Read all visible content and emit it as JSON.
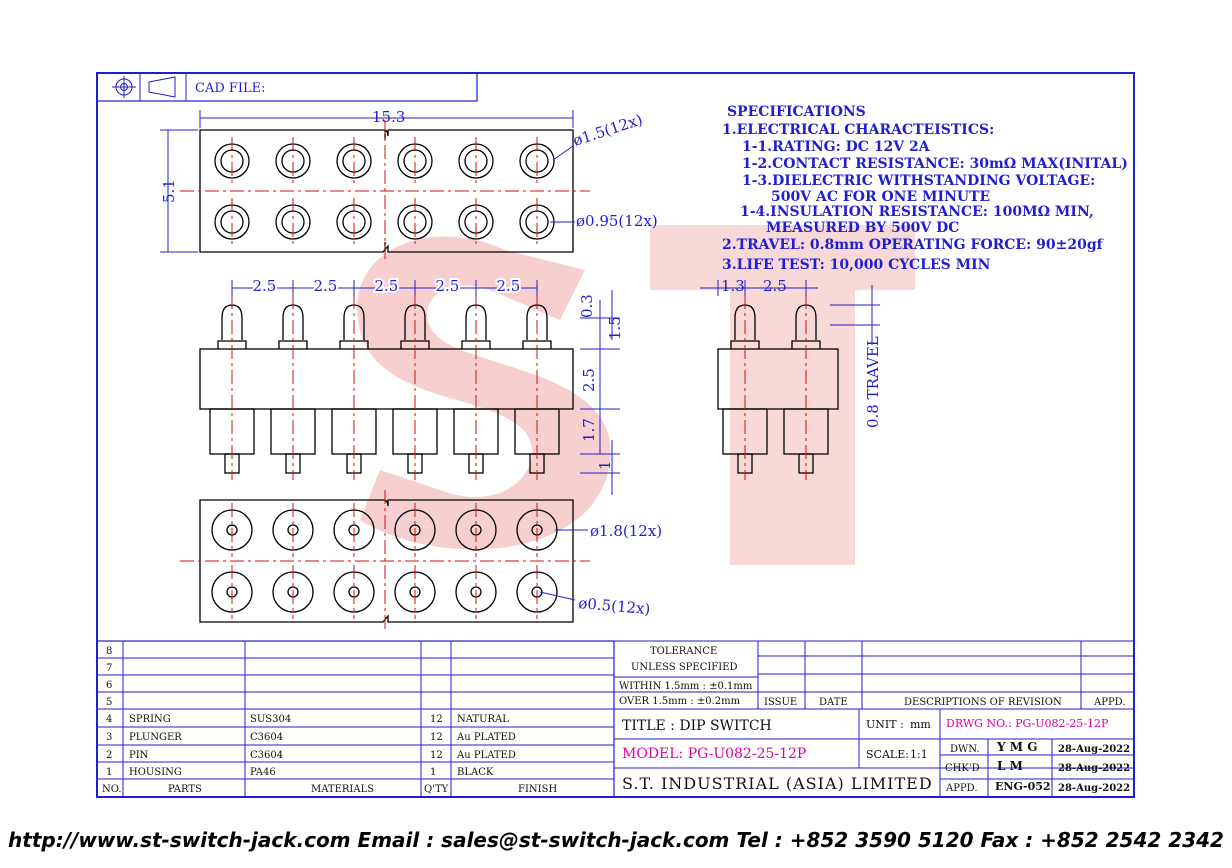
{
  "cad_label": "CAD FILE:",
  "dims": {
    "top_width": "15.3",
    "top_height": "5.1",
    "hole_outer": "ø1.5(12x)",
    "hole_inner": "ø0.95(12x)",
    "pitch": "2.5",
    "d_0_3": "0.3",
    "d_1_5": "1.5",
    "d_2_5": "2.5",
    "d_1_7": "1.7",
    "d_1": "1",
    "side_1_3": "1.3",
    "side_2_5": "2.5",
    "travel": "0.8 TRAVEL",
    "bottom_outer": "ø1.8(12x)",
    "bottom_inner": "ø0.5(12x)"
  },
  "specs": {
    "heading": "SPECIFICATIONS",
    "lines": [
      "1.ELECTRICAL CHARACTEISTICS:",
      "1-1.RATING: DC 12V 2A",
      "1-2.CONTACT RESISTANCE: 30mΩ MAX(INITAL)",
      "1-3.DIELECTRIC WITHSTANDING VOLTAGE:",
      "500V AC FOR ONE MINUTE",
      "1-4.INSULATION RESISTANCE: 100MΩ MIN,",
      "MEASURED BY 500V DC",
      "2.TRAVEL: 0.8mm OPERATING FORCE: 90±20gf",
      "3.LIFE TEST: 10,000 CYCLES MIN"
    ]
  },
  "watermark": "ST",
  "bom": {
    "rows": [
      {
        "no": "8",
        "part": "",
        "material": "",
        "qty": "",
        "finish": ""
      },
      {
        "no": "7",
        "part": "",
        "material": "",
        "qty": "",
        "finish": ""
      },
      {
        "no": "6",
        "part": "",
        "material": "",
        "qty": "",
        "finish": ""
      },
      {
        "no": "5",
        "part": "",
        "material": "",
        "qty": "",
        "finish": ""
      },
      {
        "no": "4",
        "part": "SPRING",
        "material": "SUS304",
        "qty": "12",
        "finish": "NATURAL"
      },
      {
        "no": "3",
        "part": "PLUNGER",
        "material": "C3604",
        "qty": "12",
        "finish": "Au PLATED"
      },
      {
        "no": "2",
        "part": "PIN",
        "material": "C3604",
        "qty": "12",
        "finish": "Au PLATED"
      },
      {
        "no": "1",
        "part": "HOUSING",
        "material": "PA46",
        "qty": "1",
        "finish": "BLACK"
      }
    ],
    "headers": {
      "no": "NO.",
      "part": "PARTS",
      "material": "MATERIALS",
      "qty": "Q'TY",
      "finish": "FINISH"
    }
  },
  "tolerance": {
    "line1": "TOLERANCE",
    "line2": "UNLESS   SPECIFIED",
    "line3": "WITHIN  1.5mm : ±0.1mm",
    "line4": "OVER    1.5mm : ±0.2mm"
  },
  "revision_headers": {
    "issue": "ISSUE",
    "date": "DATE",
    "desc": "DESCRIPTIONS OF REVISION",
    "appd": "APPD."
  },
  "title_block": {
    "title": "TITLE : DIP SWITCH",
    "unit_label": "UNIT :",
    "unit_value": "mm",
    "drawing_no": "DRWG NO.: PG-U082-25-12P",
    "model": "MODEL: PG-U082-25-12P",
    "scale_label": "SCALE:",
    "scale_value": "1:1",
    "company": "S.T. INDUSTRIAL (ASIA) LIMITED",
    "dwn_label": "DWN.",
    "dwn_value": "Y M G",
    "dwn_date": "28-Aug-2022",
    "chkd_label": "CHK'D",
    "chkd_value": "L M",
    "chkd_date": "28-Aug-2022",
    "appd_label": "APPD.",
    "appd_value": "ENG-052",
    "appd_date": "28-Aug-2022"
  },
  "footer": "http://www.st-switch-jack.com  Email : sales@st-switch-jack.com  Tel : +852 3590 5120  Fax : +852 2542 2342",
  "colors": {
    "frame": "#1f1fd0",
    "centerline": "#d01010",
    "watermark": "#f0a0a0",
    "magenta": "#e000a0"
  }
}
